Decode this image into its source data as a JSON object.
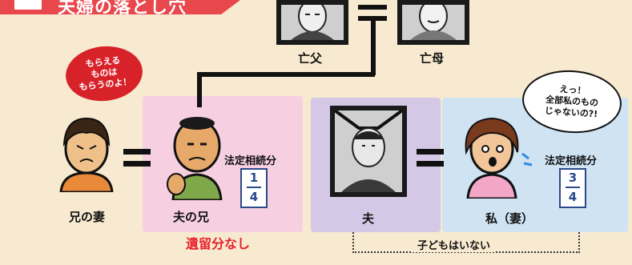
{
  "banner": {
    "title": "夫婦の落とし穴"
  },
  "family": {
    "father": "亡父",
    "mother": "亡母",
    "brother_wife": "兄の妻",
    "brother": "夫の兄",
    "husband": "夫",
    "me": "私（妻）"
  },
  "shares": {
    "label": "法定相続分",
    "brother": {
      "num": "1",
      "den": "4"
    },
    "me": {
      "num": "3",
      "den": "4"
    }
  },
  "bubbles": {
    "brother_wife": "もらえる\nものは\nもらうのよ！",
    "me": "えっ！\n全部私のもの\nじゃないの?!"
  },
  "notes": {
    "no_reserved_share": "遺留分なし",
    "no_children": "子どもはいない"
  },
  "colors": {
    "banner": "#e8474c",
    "brother_panel": "#f6cfe0",
    "husband_panel": "#d4c8e6",
    "me_panel": "#cfe3f3",
    "fraction": "#2b4a8c",
    "warning_text": "#e8202a"
  }
}
